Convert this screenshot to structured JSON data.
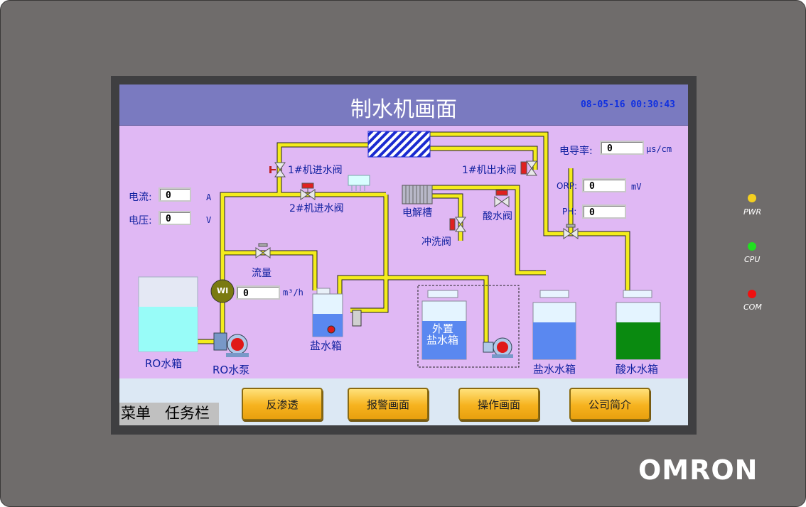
{
  "screen": {
    "title": "制水机画面",
    "datetime": "08-05-16 00:30:43"
  },
  "valves": {
    "valve1_in": "1#机进水阀",
    "valve2_in": "2#机进水阀",
    "valve1_out": "1#机出水阀",
    "flush": "冲洗阀",
    "acid": "酸水阀"
  },
  "equipment": {
    "electrolyzer": "电解槽",
    "flow": "流量",
    "flow_meter_symbol": "WI"
  },
  "readings": {
    "current_label": "电流:",
    "current_value": "0",
    "current_unit": "A",
    "voltage_label": "电压:",
    "voltage_value": "0",
    "voltage_unit": "V",
    "flow_value": "0",
    "flow_unit": "m³/h",
    "conductivity_label": "电导率:",
    "conductivity_value": "0",
    "conductivity_unit": "μs/cm",
    "orp_label": "ORP:",
    "orp_value": "0",
    "orp_unit": "mV",
    "ph_label": "PH:",
    "ph_value": "0"
  },
  "tanks": {
    "ro_tank": "RO水箱",
    "ro_pump": "RO水泵",
    "salt_box": "盐水箱",
    "external_line1": "外置",
    "external_line2": "盐水箱",
    "salt_water_tank": "盐水水箱",
    "acid_water_tank": "酸水水箱"
  },
  "bottom": {
    "menu": "菜单",
    "taskbar": "任务栏",
    "buttons": [
      "反渗透",
      "报警画面",
      "操作画面",
      "公司简介"
    ]
  },
  "indicators": {
    "pwr": "PWR",
    "cpu": "CPU",
    "com": "COM",
    "pwr_color": "#f4d020",
    "cpu_color": "#20e020",
    "com_color": "#f01010"
  },
  "brand": "OMRON"
}
